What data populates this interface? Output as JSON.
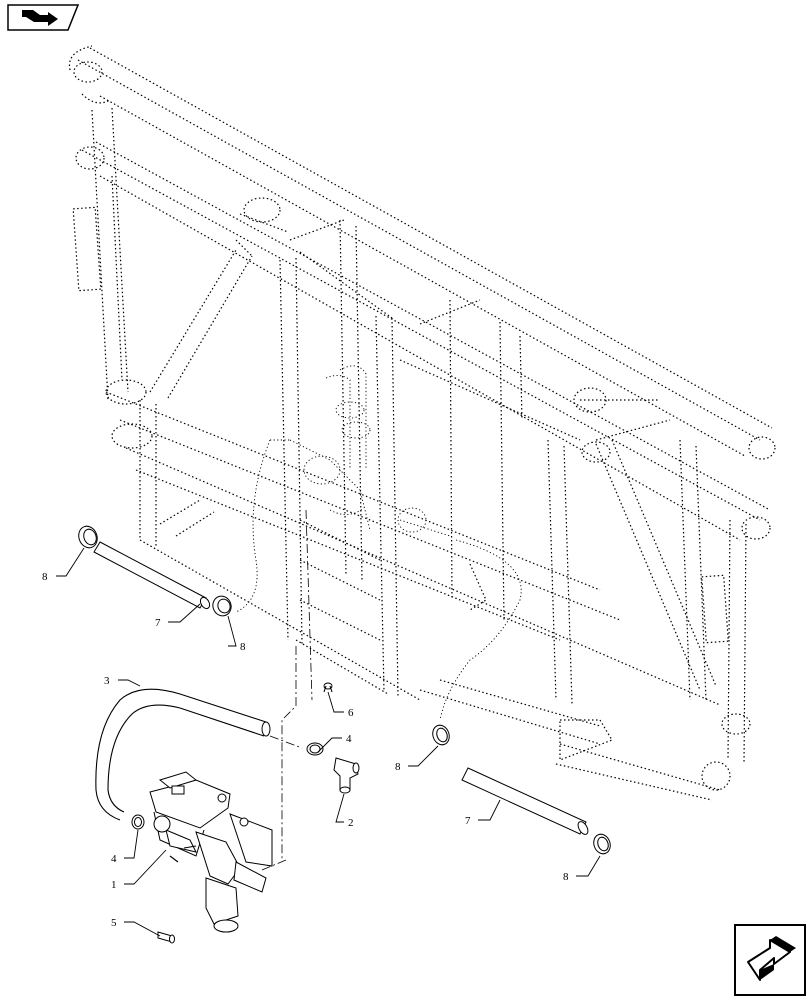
{
  "callouts": [
    {
      "id": "c8a",
      "text": "8"
    },
    {
      "id": "c7a",
      "text": "7"
    },
    {
      "id": "c8b",
      "text": "8"
    },
    {
      "id": "c3",
      "text": "3"
    },
    {
      "id": "c6",
      "text": "6"
    },
    {
      "id": "c4a",
      "text": "4"
    },
    {
      "id": "c2",
      "text": "2"
    },
    {
      "id": "c4b",
      "text": "4"
    },
    {
      "id": "c1",
      "text": "1"
    },
    {
      "id": "c5",
      "text": "5"
    },
    {
      "id": "c8c",
      "text": "8"
    },
    {
      "id": "c7b",
      "text": "7"
    },
    {
      "id": "c8d",
      "text": "8"
    }
  ],
  "icons": {
    "top_left": "previous-page-icon",
    "bottom_right": "next-page-icon"
  }
}
